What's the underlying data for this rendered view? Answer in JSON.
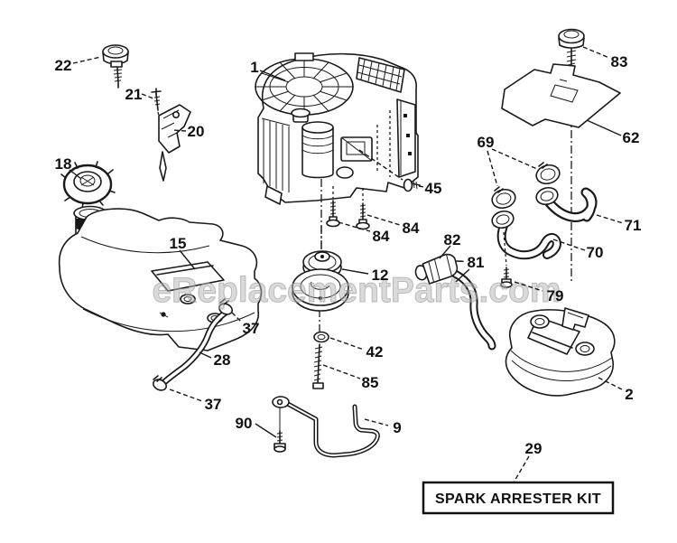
{
  "watermark": "eReplacementParts.com",
  "kit_box": {
    "label": "SPARK ARRESTER KIT"
  },
  "colors": {
    "ink": "#1a1a1a",
    "watermark_gray": "#b5b5b5",
    "background": "#ffffff"
  },
  "callouts": {
    "engine": {
      "text": "1"
    },
    "muffler": {
      "text": "2"
    },
    "wire_bracket": {
      "text": "9"
    },
    "pulley": {
      "text": "12"
    },
    "fuel_tank": {
      "text": "15"
    },
    "fuel_cap": {
      "text": "18"
    },
    "ignition_module": {
      "text": "20"
    },
    "screw_21": {
      "text": "21"
    },
    "screw_22": {
      "text": "22"
    },
    "fuel_line": {
      "text": "28"
    },
    "kit": {
      "text": "29"
    },
    "clamp_upper": {
      "text": "37"
    },
    "clamp_lower": {
      "text": "37"
    },
    "washer": {
      "text": "42"
    },
    "bolt_45": {
      "text": "45"
    },
    "bolt_90": {
      "text": "90"
    },
    "heat_shield": {
      "text": "62"
    },
    "clamps_69": {
      "text": "69"
    },
    "pipe_lower": {
      "text": "70"
    },
    "pipe_upper": {
      "text": "71"
    },
    "bolt_79": {
      "text": "79"
    },
    "hose": {
      "text": "81"
    },
    "fuel_filter": {
      "text": "82"
    },
    "bolt_83": {
      "text": "83"
    },
    "bolt_84_right": {
      "text": "84"
    },
    "bolt_84_left": {
      "text": "84"
    },
    "screw_85": {
      "text": "85"
    }
  }
}
